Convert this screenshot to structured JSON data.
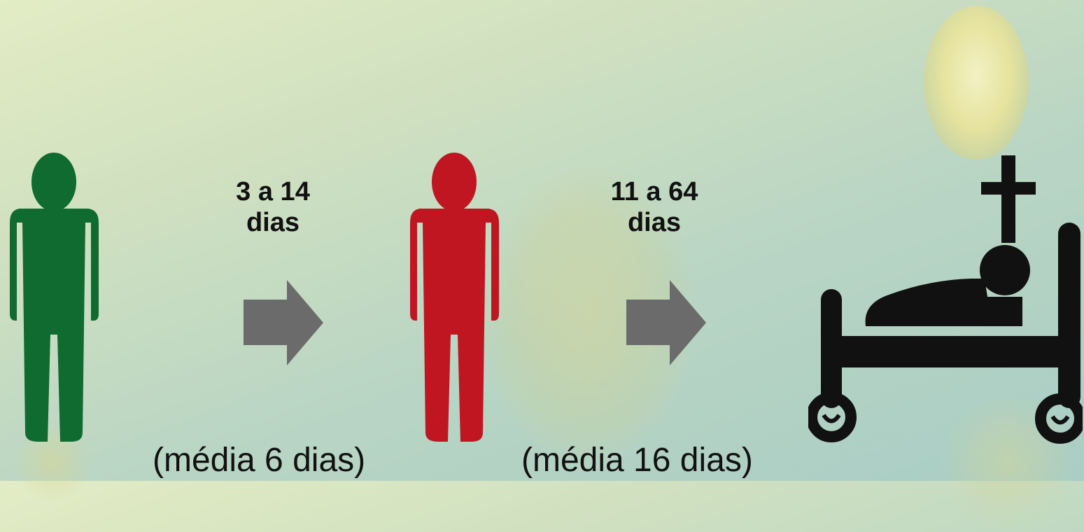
{
  "stages": [
    {
      "range": "3  a  14",
      "unit": "dias",
      "average": "(média 6 dias)"
    },
    {
      "range": "11 a 64",
      "unit": "dias",
      "average": "(média 16 dias)"
    }
  ],
  "colors": {
    "healthy": "#0f6b30",
    "infected": "#bf1622",
    "arrow": "#6b6b6b",
    "outcome": "#111111"
  }
}
